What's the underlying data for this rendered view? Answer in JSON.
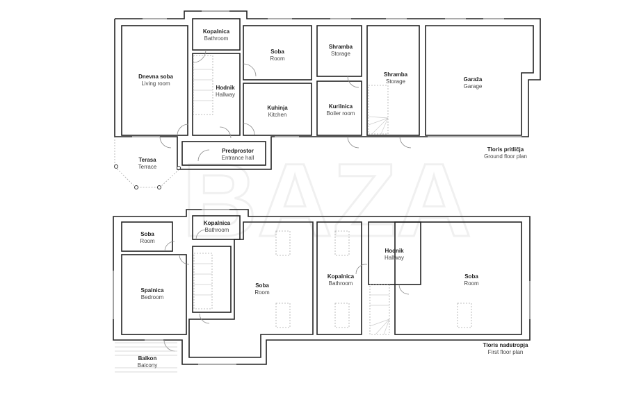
{
  "watermark": "BAZA",
  "ground_floor": {
    "title": "Tloris pritličja",
    "subtitle": "Ground floor plan",
    "rooms": [
      {
        "name": "Dnevna soba",
        "label": "Living room"
      },
      {
        "name": "Kopalnica",
        "label": "Bathroom"
      },
      {
        "name": "Hodnik",
        "label": "Hallway"
      },
      {
        "name": "Soba",
        "label": "Room"
      },
      {
        "name": "Kuhinja",
        "label": "Kitchen"
      },
      {
        "name": "Shramba",
        "label": "Storage"
      },
      {
        "name": "Kurilnica",
        "label": "Boiler room"
      },
      {
        "name": "Shramba",
        "label": "Storage"
      },
      {
        "name": "Garaža",
        "label": "Garage"
      },
      {
        "name": "Predprostor",
        "label": "Entrance hall"
      },
      {
        "name": "Terasa",
        "label": "Terrace"
      }
    ]
  },
  "first_floor": {
    "title": "Tloris nadstropja",
    "subtitle": "First floor plan",
    "rooms": [
      {
        "name": "Soba",
        "label": "Room"
      },
      {
        "name": "Kopalnica",
        "label": "Bathroom"
      },
      {
        "name": "Spalnica",
        "label": "Bedroom"
      },
      {
        "name": "Soba",
        "label": "Room"
      },
      {
        "name": "Kopalnica",
        "label": "Bathroom"
      },
      {
        "name": "Hodnik",
        "label": "Hallway"
      },
      {
        "name": "Soba",
        "label": "Room"
      },
      {
        "name": "Balkon",
        "label": "Balcony"
      }
    ]
  }
}
